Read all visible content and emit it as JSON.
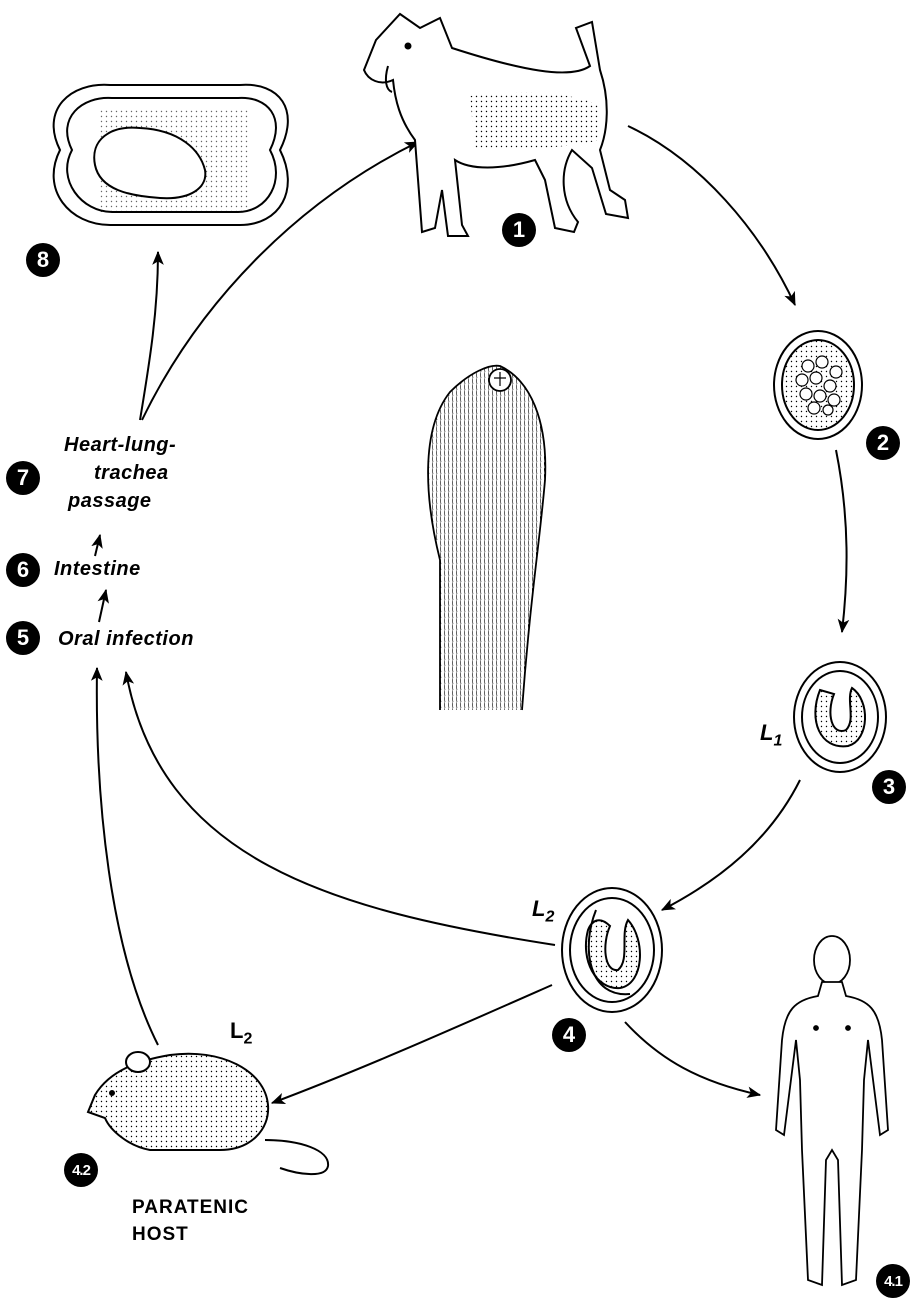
{
  "steps": [
    {
      "id": "1",
      "label": ""
    },
    {
      "id": "2",
      "label": ""
    },
    {
      "id": "3",
      "label": ""
    },
    {
      "id": "4",
      "label": ""
    },
    {
      "id": "4.1",
      "label": ""
    },
    {
      "id": "4.2",
      "label": ""
    },
    {
      "id": "5",
      "label": "Oral infection"
    },
    {
      "id": "6",
      "label": "Intestine"
    },
    {
      "id": "7",
      "label": "Heart-lung-trachea passage"
    },
    {
      "id": "8",
      "label": ""
    }
  ],
  "text": {
    "heart_line1": "Heart-lung-",
    "heart_line2": "trachea",
    "heart_line3": "passage",
    "intestine": "Intestine",
    "oral": "Oral infection",
    "l1_base": "L",
    "l1_sub": "1",
    "l2_base": "L",
    "l2_sub": "2",
    "mouse_l2_base": "L",
    "mouse_l2_sub": "2",
    "paratenic_line1": "PARATENIC",
    "paratenic_line2": "HOST"
  },
  "badges": {
    "b1": "1",
    "b2": "2",
    "b3": "3",
    "b4": "4",
    "b41": "4.1",
    "b42": "4.2",
    "b5": "5",
    "b6": "6",
    "b7": "7",
    "b8": "8"
  },
  "illustrations": [
    "dog",
    "egg-morula",
    "egg-l1-larva",
    "egg-l2-larva",
    "human",
    "mouse",
    "uterus-with-pup",
    "worm-head"
  ],
  "colors": {
    "ink": "#000000",
    "background": "#ffffff"
  }
}
